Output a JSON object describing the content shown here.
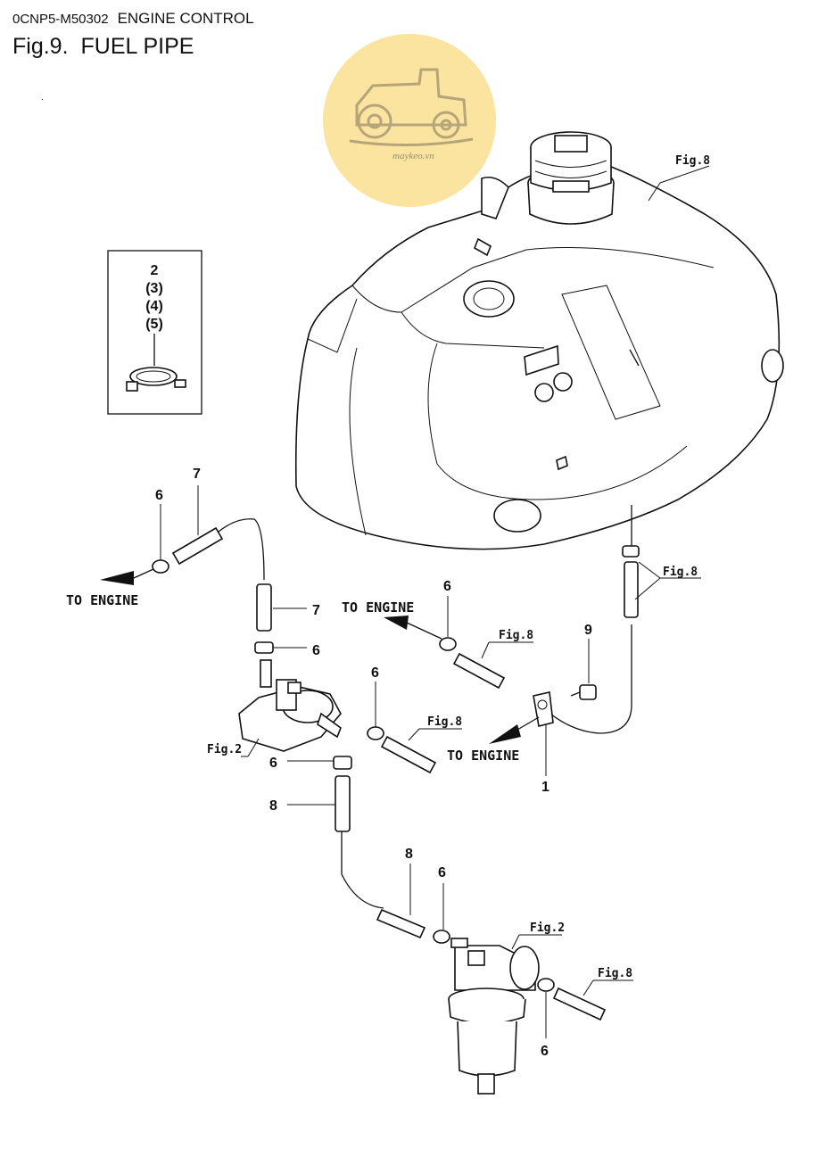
{
  "header": {
    "doc_code": "0CNP5-M50302",
    "section": "ENGINE CONTROL",
    "fig_no": "Fig.9.",
    "fig_title": "FUEL PIPE"
  },
  "watermark": {
    "text": "maykeo.vn",
    "color": "#fbe3a0",
    "icon": "tractor-icon"
  },
  "inset": {
    "labels": [
      "2",
      "(3)",
      "(4)",
      "(5)"
    ]
  },
  "callouts": {
    "fig8_tank": "Fig.8",
    "fig8_right_pipe": "Fig.8",
    "fig8_mid_pipe": "Fig.8",
    "fig8_pump_pipe": "Fig.8",
    "fig8_filter_pipe": "Fig.8",
    "fig2_pump": "Fig.2",
    "fig2_filter": "Fig.2",
    "to_engine_left": "TO ENGINE",
    "to_engine_mid": "TO ENGINE",
    "to_engine_lower": "TO ENGINE",
    "n7_top": "7",
    "n6_top": "6",
    "n7_mid": "7",
    "n6_mid": "6",
    "n6_pipe": "6",
    "n9": "9",
    "n6_pump_right": "6",
    "n1": "1",
    "n6_pump_low": "6",
    "n8_upper": "8",
    "n8_lower": "8",
    "n6_filter_top": "6",
    "n6_filter_right": "6"
  }
}
